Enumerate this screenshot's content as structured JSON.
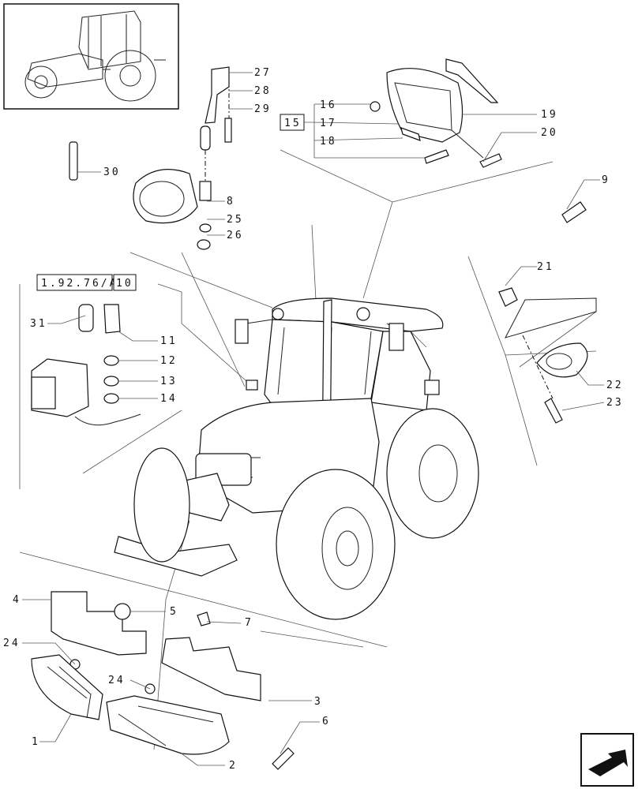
{
  "diagram": {
    "callouts": [
      {
        "id": "c1",
        "text": "1"
      },
      {
        "id": "c2",
        "text": "2"
      },
      {
        "id": "c3",
        "text": "3"
      },
      {
        "id": "c4",
        "text": "4"
      },
      {
        "id": "c5",
        "text": "5"
      },
      {
        "id": "c6",
        "text": "6"
      },
      {
        "id": "c7",
        "text": "7"
      },
      {
        "id": "c8",
        "text": "8"
      },
      {
        "id": "c9",
        "text": "9"
      },
      {
        "id": "c11",
        "text": "11"
      },
      {
        "id": "c12",
        "text": "12"
      },
      {
        "id": "c13",
        "text": "13"
      },
      {
        "id": "c14",
        "text": "14"
      },
      {
        "id": "c16",
        "text": "16"
      },
      {
        "id": "c17",
        "text": "17"
      },
      {
        "id": "c18",
        "text": "18"
      },
      {
        "id": "c19",
        "text": "19"
      },
      {
        "id": "c20",
        "text": "20"
      },
      {
        "id": "c21",
        "text": "21"
      },
      {
        "id": "c22",
        "text": "22"
      },
      {
        "id": "c23",
        "text": "23"
      },
      {
        "id": "c24a",
        "text": "24"
      },
      {
        "id": "c24b",
        "text": "24"
      },
      {
        "id": "c25",
        "text": "25"
      },
      {
        "id": "c26",
        "text": "26"
      },
      {
        "id": "c27",
        "text": "27"
      },
      {
        "id": "c28",
        "text": "28"
      },
      {
        "id": "c29",
        "text": "29"
      },
      {
        "id": "c30",
        "text": "30"
      },
      {
        "id": "c31",
        "text": "31"
      }
    ],
    "box_labels": {
      "group_15": "15",
      "ref_main": "1.92.76/A",
      "ref_sub": "10"
    }
  },
  "icons": {
    "thumbnail": "tractor-thumbnail-icon",
    "nav": "arrow-left-nav-icon"
  }
}
